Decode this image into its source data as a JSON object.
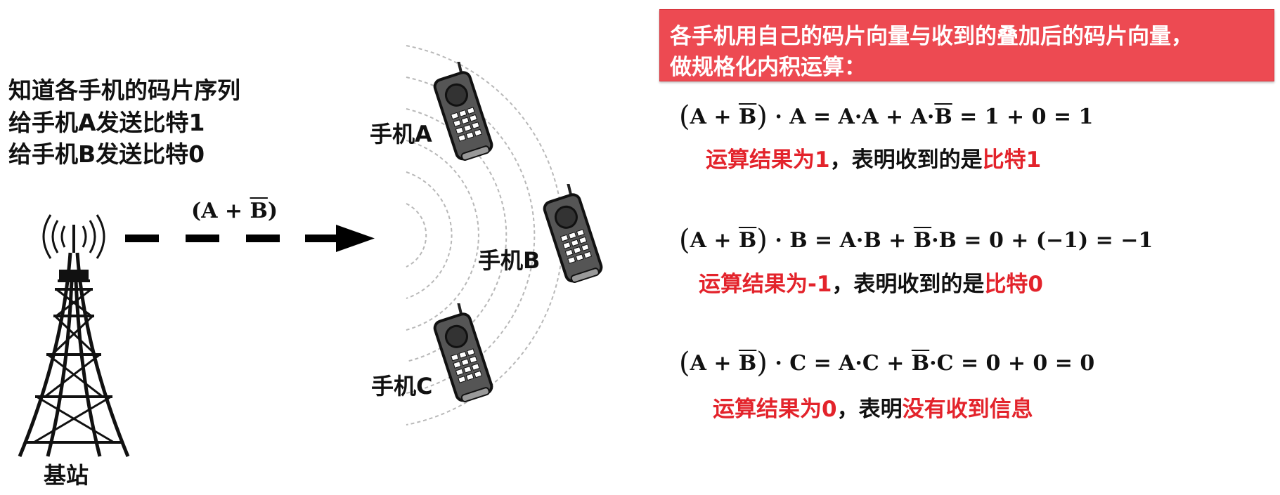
{
  "left_info": {
    "line1": "知道各手机的码片序列",
    "line2": "给手机A发送比特1",
    "line3": "给手机B发送比特0"
  },
  "station": {
    "label": "基站"
  },
  "signal": {
    "formula_left": "A + ",
    "formula_bar": "B"
  },
  "phones": [
    {
      "label": "手机A"
    },
    {
      "label": "手机B"
    },
    {
      "label": "手机C"
    }
  ],
  "header": {
    "line1": "各手机用自己的码片向量与收到的叠加后的码片向量，",
    "line2": "做规格化内积运算："
  },
  "equations": [
    {
      "target": "A",
      "expanded_1": "A·A",
      "expanded_2": "A·",
      "bar": "B",
      "tail": "= 1 + 0 = 1",
      "result_red_1": "运算结果为1",
      "result_black": "，表明收到的是",
      "result_red_2": "比特1"
    },
    {
      "target": "B",
      "expanded_1": "A·B",
      "bar": "B",
      "after_bar": "·B",
      "tail": "= 0 + (−1) = −1",
      "result_red_1": "运算结果为-1",
      "result_black": "，表明收到的是",
      "result_red_2": "比特0"
    },
    {
      "target": "C",
      "expanded_1": "A·C",
      "bar": "B",
      "after_bar": "·C",
      "tail": "= 0 + 0 = 0",
      "result_red_1": "运算结果为0",
      "result_black": "，表明",
      "result_red_2": "没有收到信息"
    }
  ],
  "colors": {
    "header_bg": "#ed4a52",
    "accent_red": "#e3232b",
    "text": "#111111"
  },
  "icons": [
    "radio-tower-icon",
    "broadcast-waves-icon",
    "arrow-right-icon",
    "mobile-phone-icon"
  ]
}
